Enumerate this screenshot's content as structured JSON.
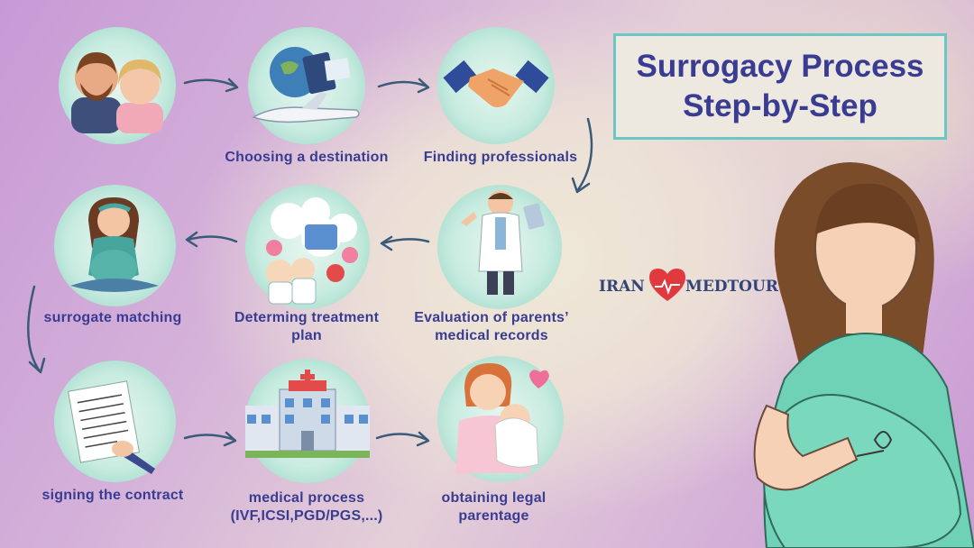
{
  "title": {
    "line1": "Surrogacy Process",
    "line2": "Step-by-Step"
  },
  "steps": [
    {
      "label": "Choosing a destination"
    },
    {
      "label": "Finding professionals"
    },
    {
      "label": "Evaluation of parents’",
      "label2": "medical records"
    },
    {
      "label": "Determing treatment",
      "label2": "plan"
    },
    {
      "label": "surrogate matching"
    },
    {
      "label": "signing the contract"
    },
    {
      "label": "medical process",
      "label2": "(IVF,ICSI,PGD/PGS,...)"
    },
    {
      "label": "obtaining legal",
      "label2": "parentage"
    }
  ],
  "logo": {
    "left": "IRAN",
    "right": "MEDTOUR"
  },
  "colors": {
    "text": "#3a3c92",
    "circle": "#c8ebe0",
    "title_border": "#6cc7c4",
    "heart": "#e0393e"
  }
}
